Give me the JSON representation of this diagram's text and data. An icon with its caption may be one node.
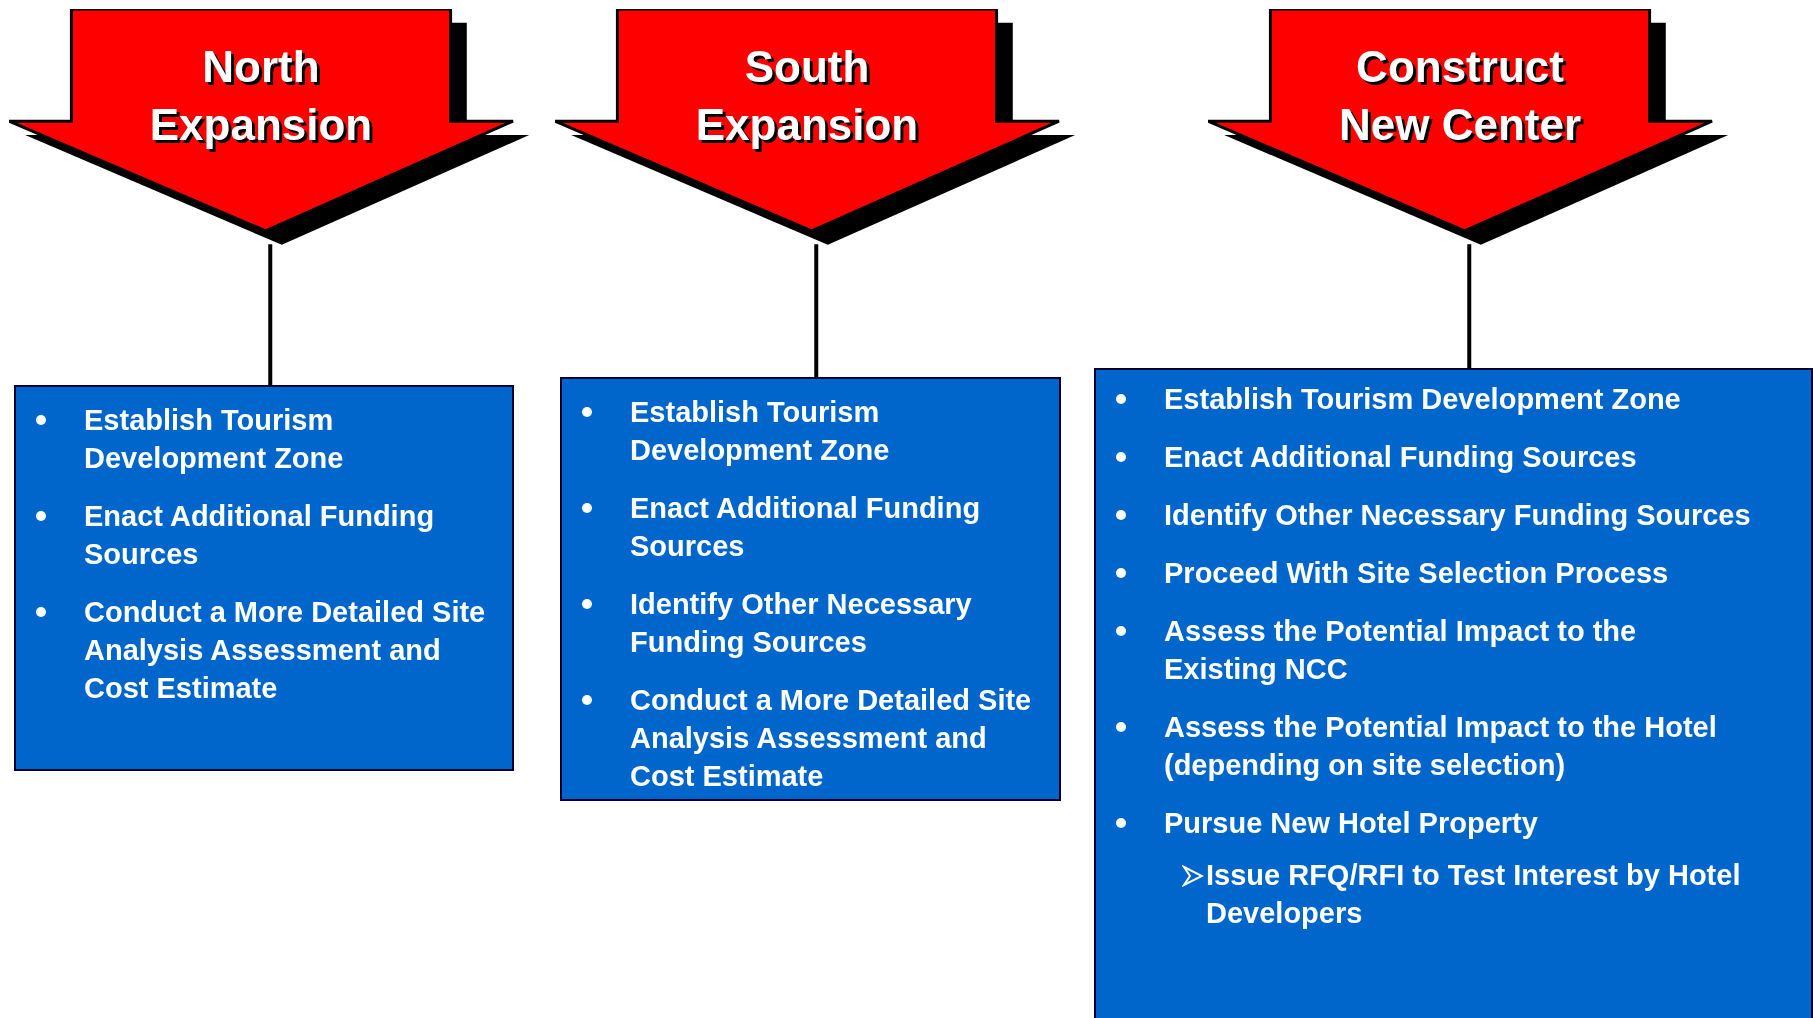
{
  "diagram": {
    "nodes": [
      {
        "text": [
          "North Expansion"
        ]
      },
      {
        "text": [
          "South Expansion"
        ]
      },
      {
        "text": [
          "Construct New Center"
        ]
      },
      {
        "text": [
          "Establish Tourism Development Zone",
          "Enact Additional Funding Sources",
          "Conduct a More Detailed Site Analysis Assessment and Cost Estimate"
        ]
      },
      {
        "text": [
          "Establish Tourism Development Zone",
          "Enact Additional Funding Sources",
          "Identify Other Necessary Funding Sources",
          "Conduct a More Detailed Site Analysis Assessment and Cost Estimate"
        ]
      },
      {
        "text": [
          "Establish Tourism Development Zone",
          "Enact Additional Funding Sources",
          "Identify Other Necessary Funding Sources",
          "Proceed With Site Selection Process",
          "Assess the Potential Impact to the Existing NCC",
          "Assess the Potential Impact to the Hotel (depending on site selection)",
          "Pursue New Hotel Property"
        ]
      },
      {
        "text": [
          "Issue RFQ/RFI to Test Interest by Hotel Developers"
        ],
        "in": 5
      }
    ],
    "edges": [
      {
        "from": 0,
        "to": 3,
        "arrow": "none"
      },
      {
        "from": 1,
        "to": 4,
        "arrow": "none"
      },
      {
        "from": 2,
        "to": 5,
        "arrow": "none"
      }
    ]
  }
}
